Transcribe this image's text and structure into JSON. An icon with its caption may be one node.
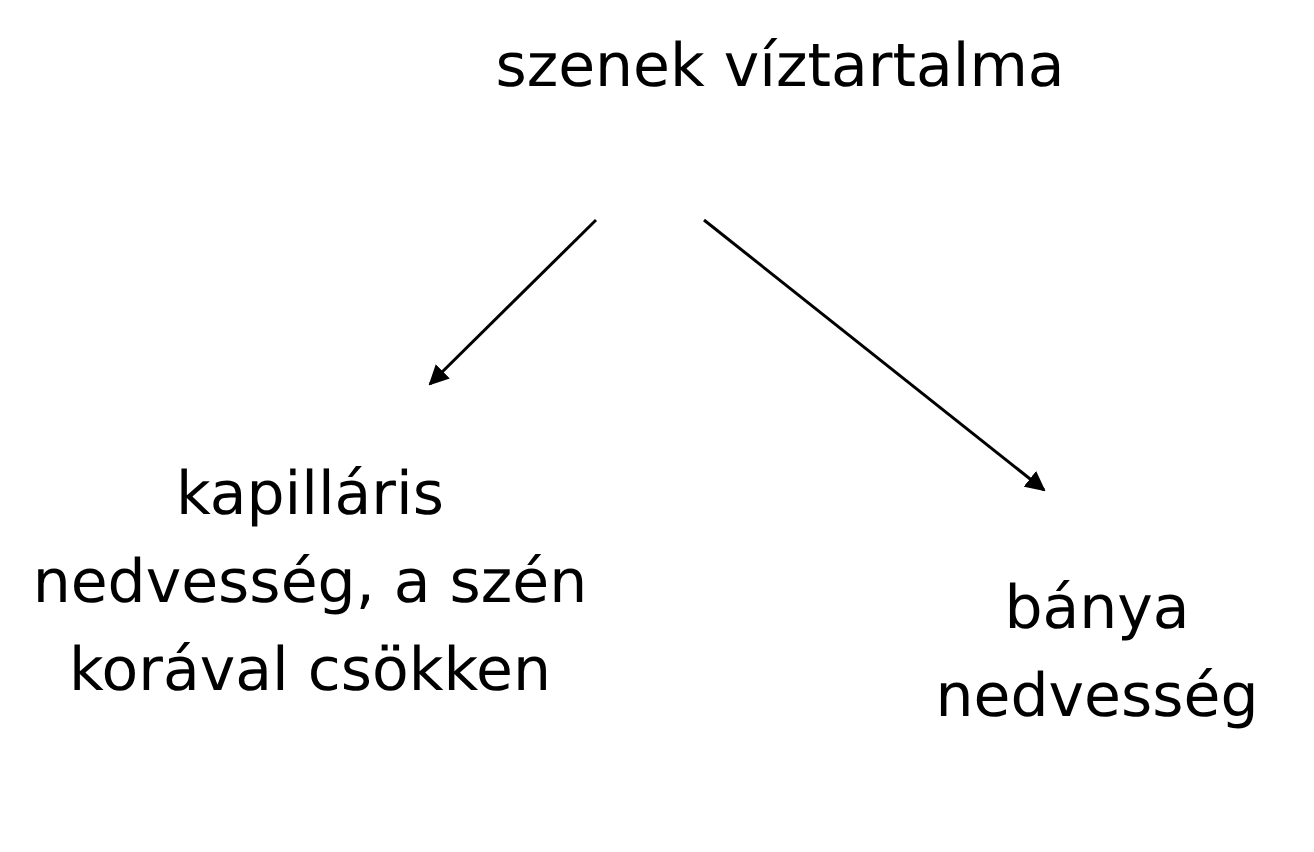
{
  "diagram": {
    "nodes": [
      {
        "text": [
          "szenek víztartalma"
        ]
      },
      {
        "text": [
          "kapilláris nedvesség, a szén korával csökken"
        ]
      },
      {
        "text": [
          "bánya nedvesség"
        ]
      }
    ],
    "edges": [
      {
        "from": 0,
        "to": 1,
        "arrow": "to"
      },
      {
        "from": 0,
        "to": 2,
        "arrow": "to"
      }
    ]
  }
}
